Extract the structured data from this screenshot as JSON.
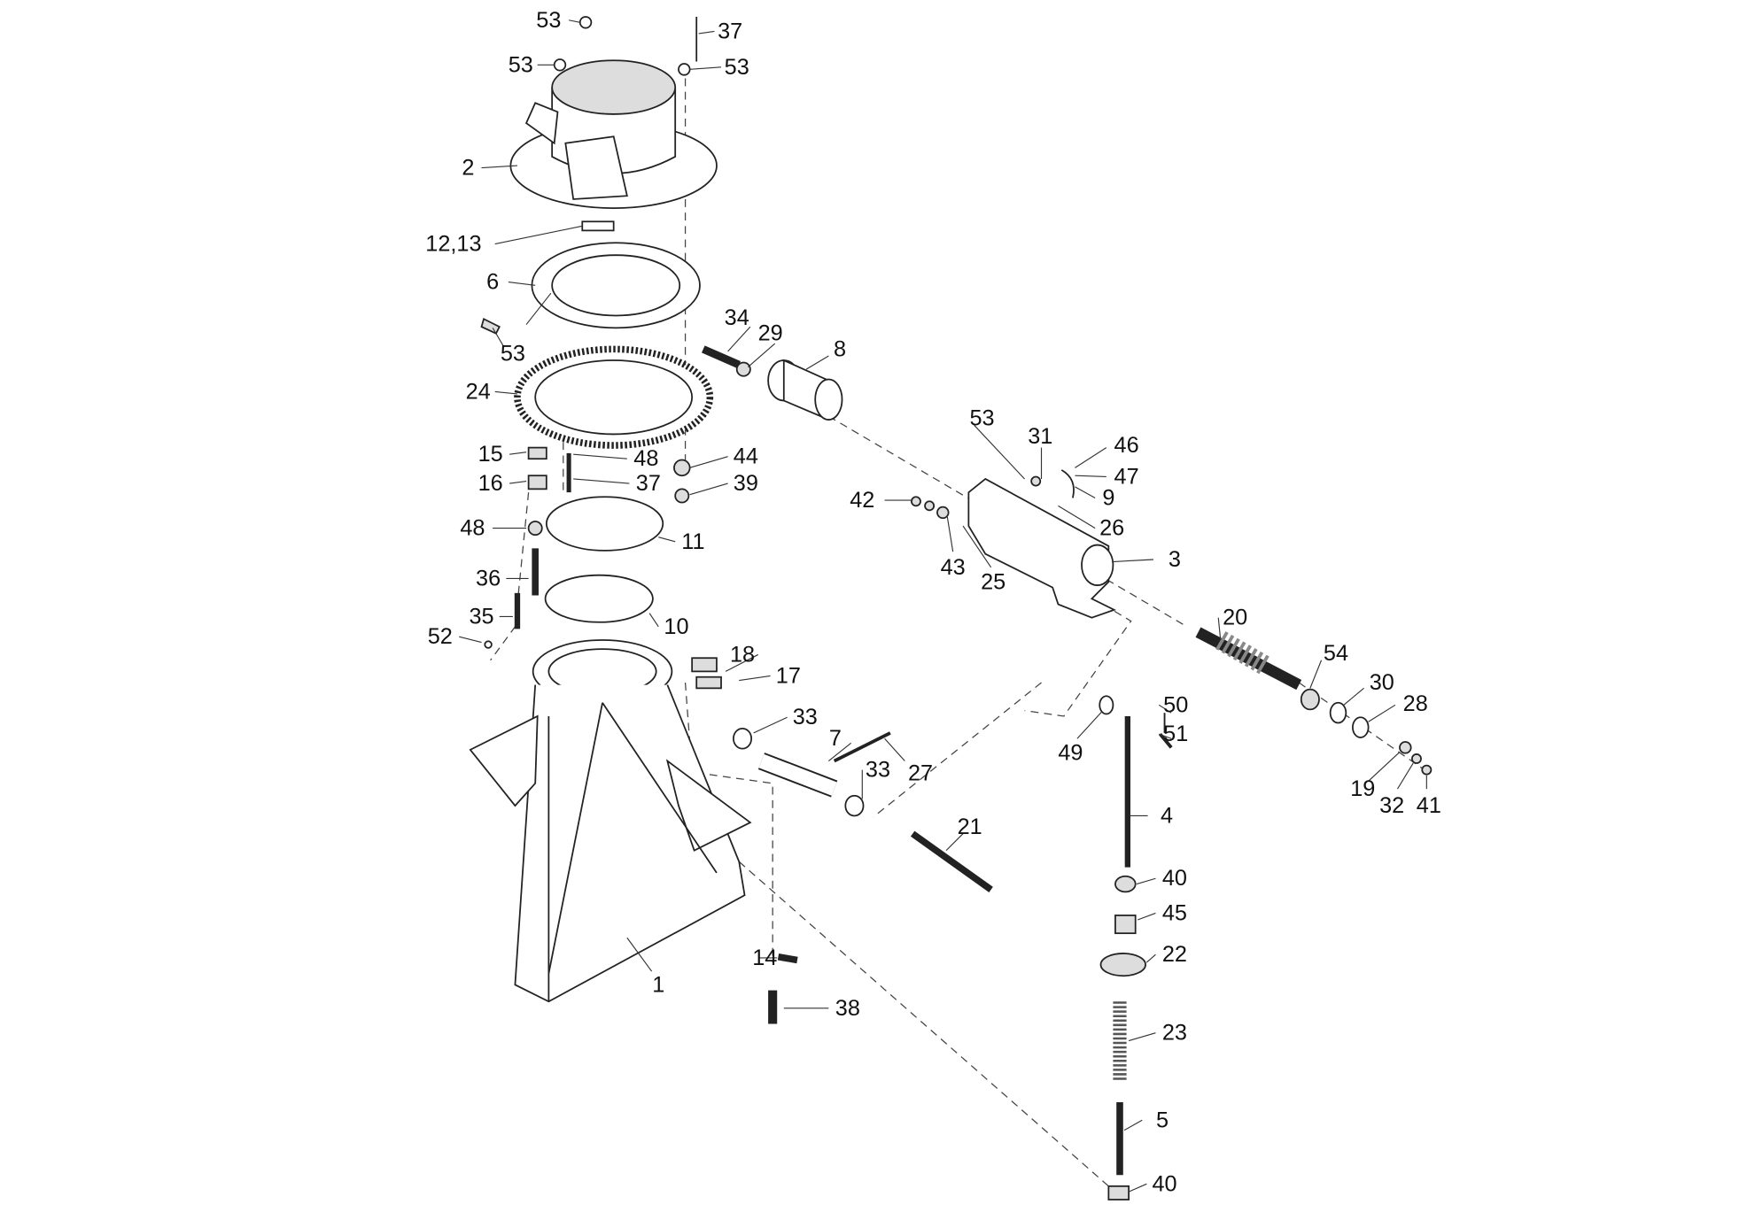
{
  "diagram": {
    "type": "exploded parts diagram",
    "labels": [
      "53",
      "37",
      "53",
      "53",
      "2",
      "12,13",
      "6",
      "53",
      "34",
      "29",
      "8",
      "24",
      "15",
      "48",
      "44",
      "16",
      "37",
      "39",
      "53",
      "31",
      "46",
      "47",
      "42",
      "9",
      "26",
      "48",
      "11",
      "43",
      "25",
      "3",
      "36",
      "10",
      "35",
      "52",
      "20",
      "18",
      "17",
      "54",
      "30",
      "28",
      "50",
      "51",
      "33",
      "7",
      "27",
      "49",
      "33",
      "19",
      "32",
      "41",
      "4",
      "21",
      "40",
      "45",
      "22",
      "1",
      "14",
      "38",
      "23",
      "5",
      "40"
    ]
  }
}
